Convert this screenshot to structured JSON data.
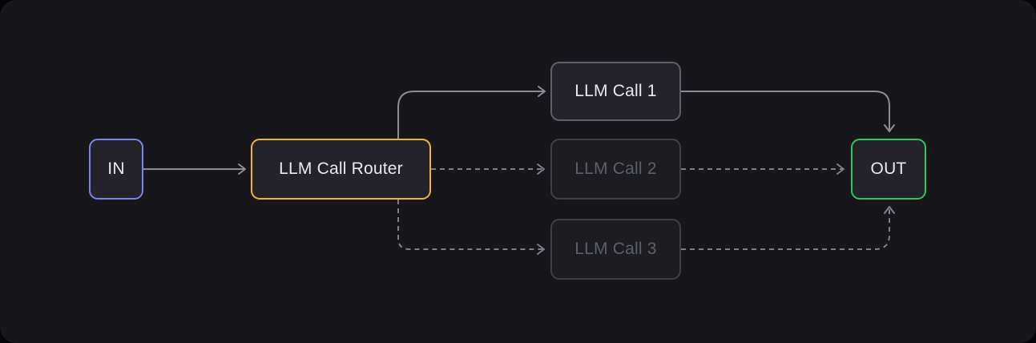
{
  "colors": {
    "page_bg": "#060608",
    "panel_bg": "#17171b",
    "node_bg": "#232329",
    "node_bg_dim": "#1c1c21",
    "in_border": "#7c82ef",
    "router_border": "#eeb33d",
    "out_border": "#2bc763",
    "call_active_border": "#5b616c",
    "call_dim_border": "#3c4049",
    "text_bright": "#e9eaec",
    "text_dim": "#5a606b",
    "edge_solid": "#8a8d95",
    "edge_dashed": "#7c8089"
  },
  "diagram": {
    "nodes": {
      "in": {
        "label": "IN",
        "state": "active"
      },
      "router": {
        "label": "LLM Call Router",
        "state": "active"
      },
      "call1": {
        "label": "LLM Call 1",
        "state": "active"
      },
      "call2": {
        "label": "LLM Call 2",
        "state": "inactive"
      },
      "call3": {
        "label": "LLM Call 3",
        "state": "inactive"
      },
      "out": {
        "label": "OUT",
        "state": "active"
      }
    },
    "edges": [
      {
        "from": "in",
        "to": "router",
        "style": "solid"
      },
      {
        "from": "router",
        "to": "call1",
        "style": "solid"
      },
      {
        "from": "router",
        "to": "call2",
        "style": "dashed"
      },
      {
        "from": "router",
        "to": "call3",
        "style": "dashed"
      },
      {
        "from": "call1",
        "to": "out",
        "style": "solid"
      },
      {
        "from": "call2",
        "to": "out",
        "style": "dashed"
      },
      {
        "from": "call3",
        "to": "out",
        "style": "dashed"
      }
    ]
  }
}
